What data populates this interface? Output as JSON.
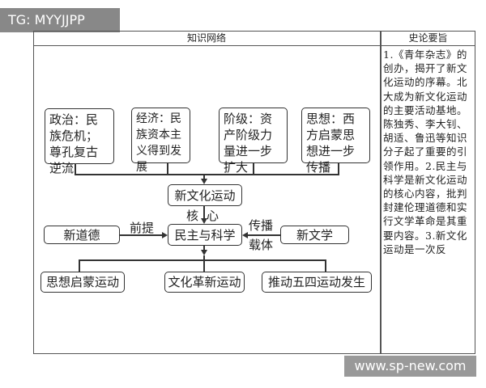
{
  "watermarks": {
    "top_left": "TG: MYYJJPP",
    "bottom_right": "www.sp-new.com"
  },
  "table": {
    "col1_header": "知识网络",
    "col2_header": "史论要旨"
  },
  "diagram": {
    "background_boxes": [
      "政治：民族危机；尊孔复古逆流",
      "经济：民族资本主义得到发展",
      "阶级：资产阶级力量进一步扩大",
      "思想：西方启蒙思想进一步传播"
    ],
    "center_top": "新文化运动",
    "core_label": "核心",
    "center": "民主与科学",
    "left_box": "新道德",
    "left_label": "前提",
    "right_box": "新文学",
    "right_label_1": "传播",
    "right_label_2": "载体",
    "results": [
      "思想启蒙运动",
      "文化革新运动",
      "推动五四运动发生"
    ]
  },
  "summary": "1.《青年杂志》的创办，揭开了新文化运动的序幕。北大成为新文化运动的主要活动基地。陈独秀、李大钊、胡适、鲁迅等知识分子起了重要的引领作用。2.民主与科学是新文化运动的核心内容，批判封建伦理道德和实行文学革命是其重要内容。3.新文化运动是一次反"
}
